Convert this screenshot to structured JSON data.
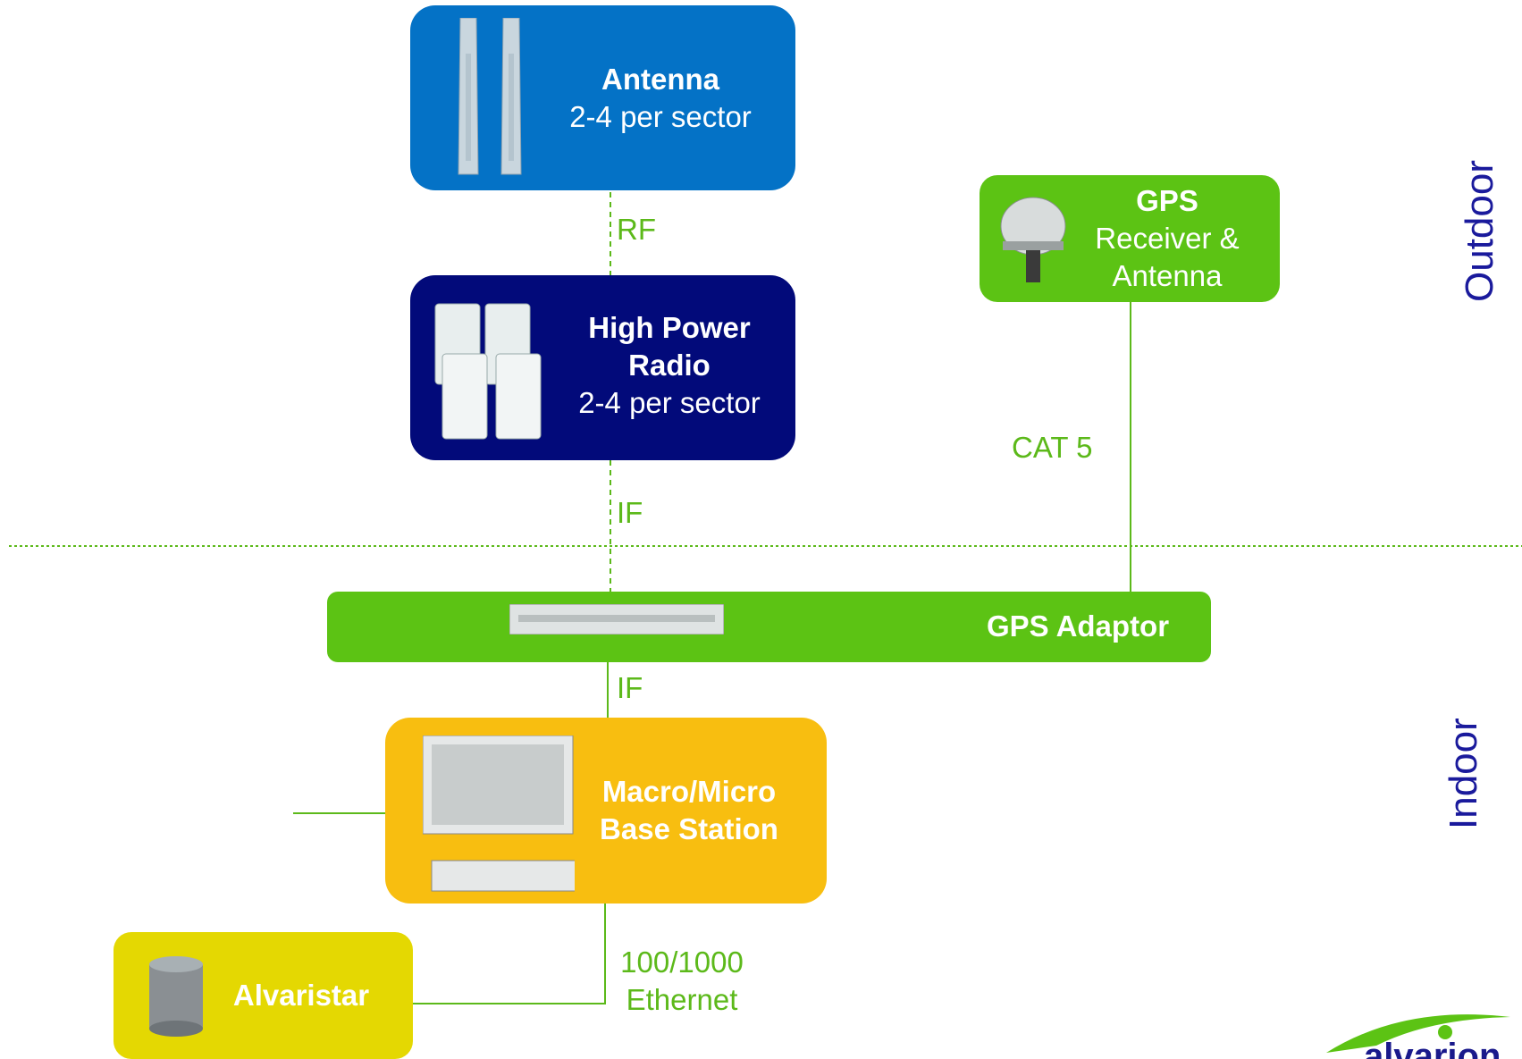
{
  "nodes": {
    "antenna": {
      "title": "Antenna",
      "subtitle": "2-4 per sector",
      "color": "#0472c6"
    },
    "radio": {
      "title_line1": "High Power",
      "title_line2": "Radio",
      "subtitle": "2-4 per sector",
      "color": "#020a7a"
    },
    "gps": {
      "title": "GPS",
      "subtitle_line1": "Receiver &",
      "subtitle_line2": "Antenna",
      "color": "#5cc314"
    },
    "gps_adaptor": {
      "title": "GPS Adaptor",
      "color": "#5cc314"
    },
    "base_station": {
      "title_line1": "Macro/Micro",
      "title_line2": "Base Station",
      "color": "#f8be10"
    },
    "alvaristar": {
      "title": "Alvaristar",
      "color": "#e4d802"
    }
  },
  "connections": {
    "rf": "RF",
    "if_upper": "IF",
    "if_lower": "IF",
    "cat5": "CAT 5",
    "ethernet_line1": "100/1000",
    "ethernet_line2": "Ethernet"
  },
  "zones": {
    "outdoor": "Outdoor",
    "indoor": "Indoor"
  },
  "logo": {
    "text": "alvarion"
  }
}
